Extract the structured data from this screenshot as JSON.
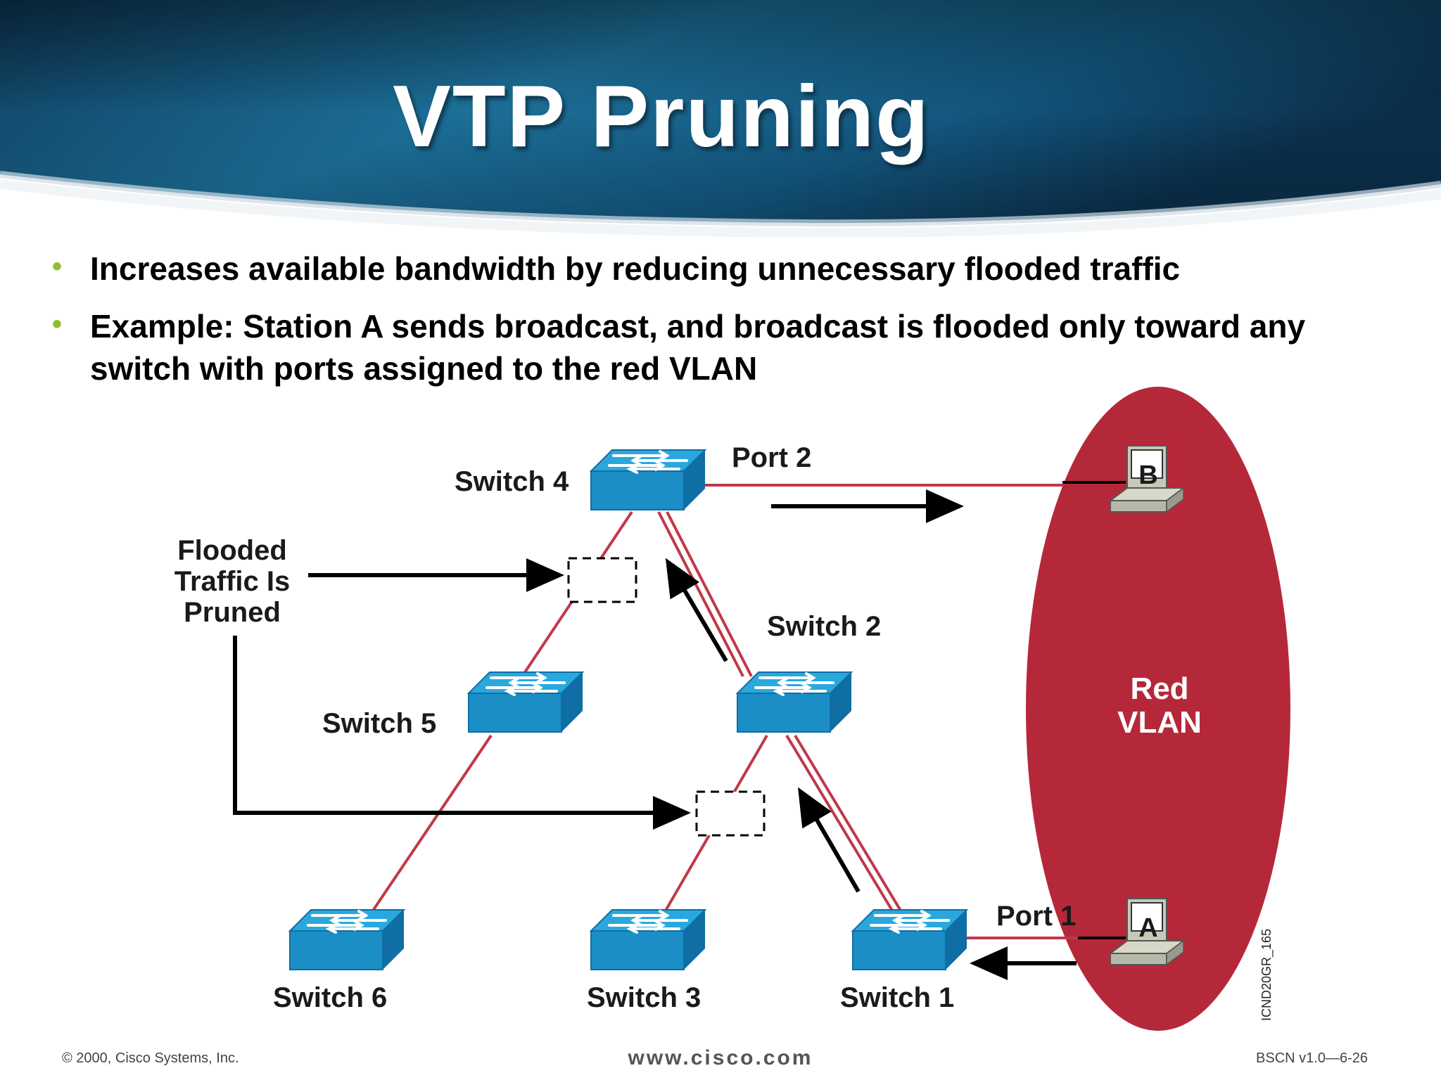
{
  "slide": {
    "title": "VTP Pruning",
    "bullets": [
      "Increases available bandwidth by reducing unnecessary flooded traffic",
      "Example: Station A sends broadcast, and broadcast is flooded only toward any switch with ports assigned to the red VLAN"
    ],
    "bullet_symbol": "•"
  },
  "diagram": {
    "switches": [
      {
        "id": "sw4",
        "label": "Switch 4"
      },
      {
        "id": "sw2",
        "label": "Switch 2"
      },
      {
        "id": "sw5",
        "label": "Switch 5"
      },
      {
        "id": "sw6",
        "label": "Switch 6"
      },
      {
        "id": "sw3",
        "label": "Switch 3"
      },
      {
        "id": "sw1",
        "label": "Switch 1"
      }
    ],
    "stations": [
      {
        "id": "B",
        "label": "B"
      },
      {
        "id": "A",
        "label": "A"
      }
    ],
    "ports": {
      "port2": "Port 2",
      "port1": "Port 1"
    },
    "pruned_note": [
      "Flooded",
      "Traffic Is",
      "Pruned"
    ],
    "vlan_label": [
      "Red",
      "VLAN"
    ],
    "figure_id": "ICND20GR_165",
    "colors": {
      "vlan": "#b5283a",
      "link": "#c0394a",
      "switch_top": "#2aa8de",
      "switch_front": "#1b8ec6",
      "switch_side": "#0f6ea3"
    }
  },
  "footer": {
    "copyright": "© 2000, Cisco Systems, Inc.",
    "url": "www.cisco.com",
    "code": "BSCN v1.0—6-26"
  }
}
